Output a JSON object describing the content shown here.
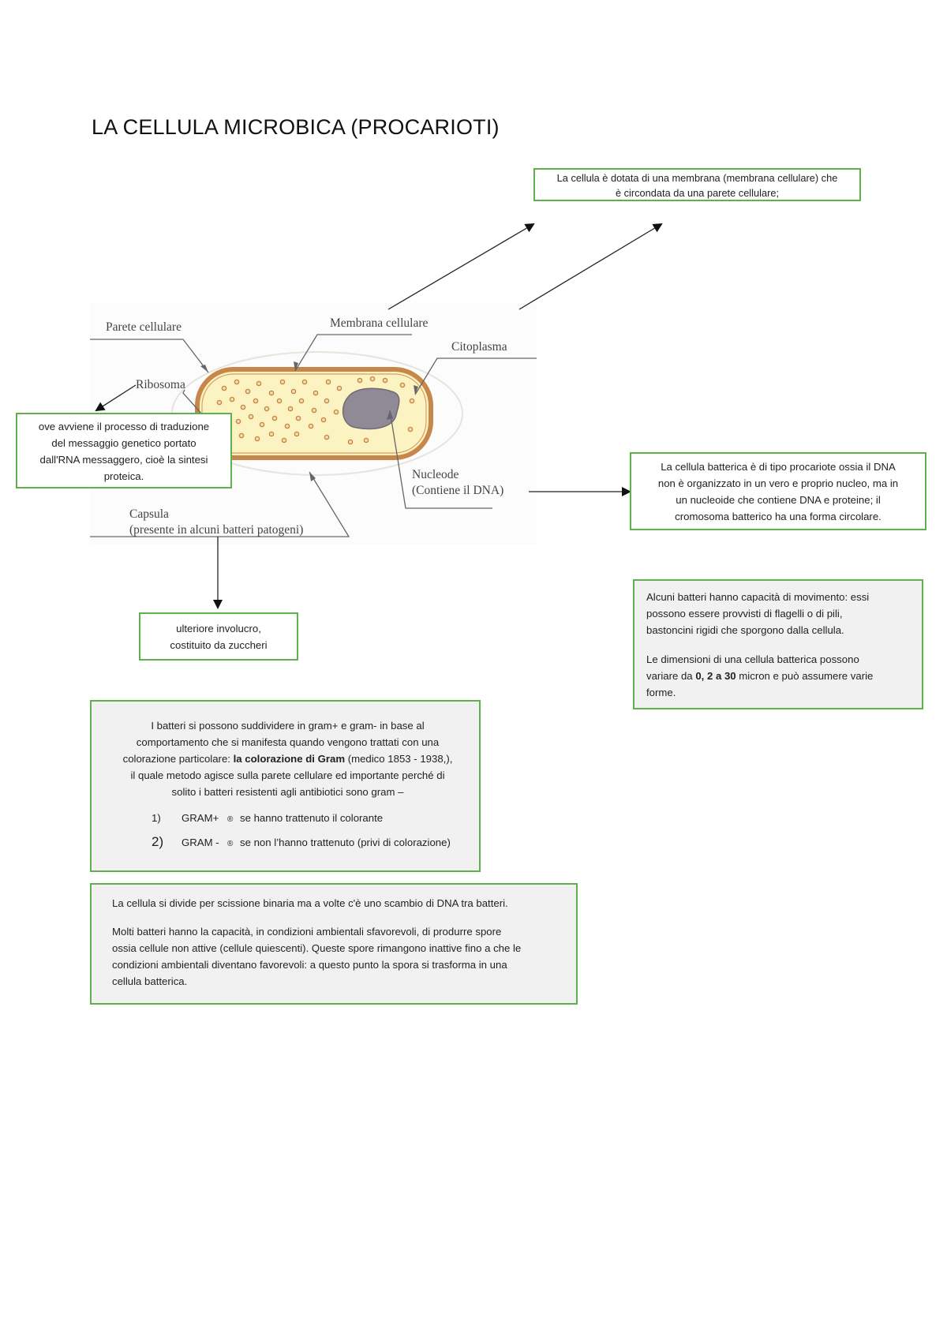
{
  "title": "LA CELLULA MICROBICA (PROCARIOTI)",
  "diagram": {
    "labels": {
      "parete": "Parete cellulare",
      "membrana": "Membrana cellulare",
      "citoplasma": "Citoplasma",
      "ribosoma": "Ribosoma",
      "nucleoide": "Nucleode",
      "nucleoide_sub": "(Contiene il DNA)",
      "capsula": "Capsula",
      "capsula_sub": "(presente in alcuni batteri patogeni)"
    },
    "colors": {
      "wall": "#c8874a",
      "cytoplasm": "#fbf3c2",
      "nucleoid": "#8f8a96",
      "dots": "#c8874a"
    }
  },
  "boxes": {
    "membrana": {
      "line1": "La cellula è dotata di una membrana (membrana cellulare) che",
      "line2": "è circondata da una parete cellulare;"
    },
    "ribosoma": {
      "line1": "ove avviene il processo di traduzione",
      "line2": "del messaggio genetico portato",
      "line3": "dall'RNA messaggero, cioè la sintesi",
      "line4": "proteica."
    },
    "nucleoide": {
      "line1": "La cellula batterica è di tipo procariote ossia il DNA",
      "line2": "non è organizzato in un vero e proprio nucleo, ma in",
      "line3": "un nucleoide che contiene DNA e proteine; il",
      "line4": "cromosoma batterico ha una forma circolare."
    },
    "capsula": {
      "line1": "ulteriore involucro,",
      "line2": "costituito da zuccheri"
    },
    "movimento": {
      "p1_line1": "Alcuni batteri hanno capacità di movimento: essi",
      "p1_line2": "possono essere provvisti di flagelli o di pili,",
      "p1_line3": "bastoncini rigidi che sporgono dalla cellula.",
      "p2_line1": "Le dimensioni di una cellula batterica possono",
      "p2_line2_a": "variare da ",
      "p2_line2_b": "0, 2 a 30",
      "p2_line2_c": " micron e può assumere varie",
      "p2_line3": "forme."
    },
    "gram": {
      "line1": "I batteri si possono suddividere in gram+ e gram- in base al",
      "line2": "comportamento che si manifesta quando vengono trattati con una",
      "line3_a": "colorazione particolare: ",
      "line3_b": "la colorazione di Gram",
      "line3_c": " (medico 1853 - 1938,),",
      "line4": "il quale metodo agisce sulla parete cellulare ed importante perché di",
      "line5": "solito i batteri resistenti agli antibiotici sono gram –",
      "items": [
        {
          "num": "1)",
          "label": "GRAM+",
          "symbol": "®",
          "text": "se hanno trattenuto il colorante"
        },
        {
          "num": "2)",
          "label": "GRAM -",
          "symbol": "®",
          "text": "se non l’hanno trattenuto (privi di colorazione)"
        }
      ]
    },
    "scissione": {
      "p1": "La cellula si divide per scissione binaria ma a volte c'è uno scambio di DNA tra batteri.",
      "p2_line1": "Molti batteri hanno la capacità, in condizioni ambientali sfavorevoli, di produrre spore",
      "p2_line2": "ossia cellule non attive (cellule quiescenti). Queste spore rimangono inattive fino a che le",
      "p2_line3": "condizioni ambientali diventano favorevoli: a questo punto la spora si trasforma in una",
      "p2_line4": "cellula batterica."
    }
  }
}
